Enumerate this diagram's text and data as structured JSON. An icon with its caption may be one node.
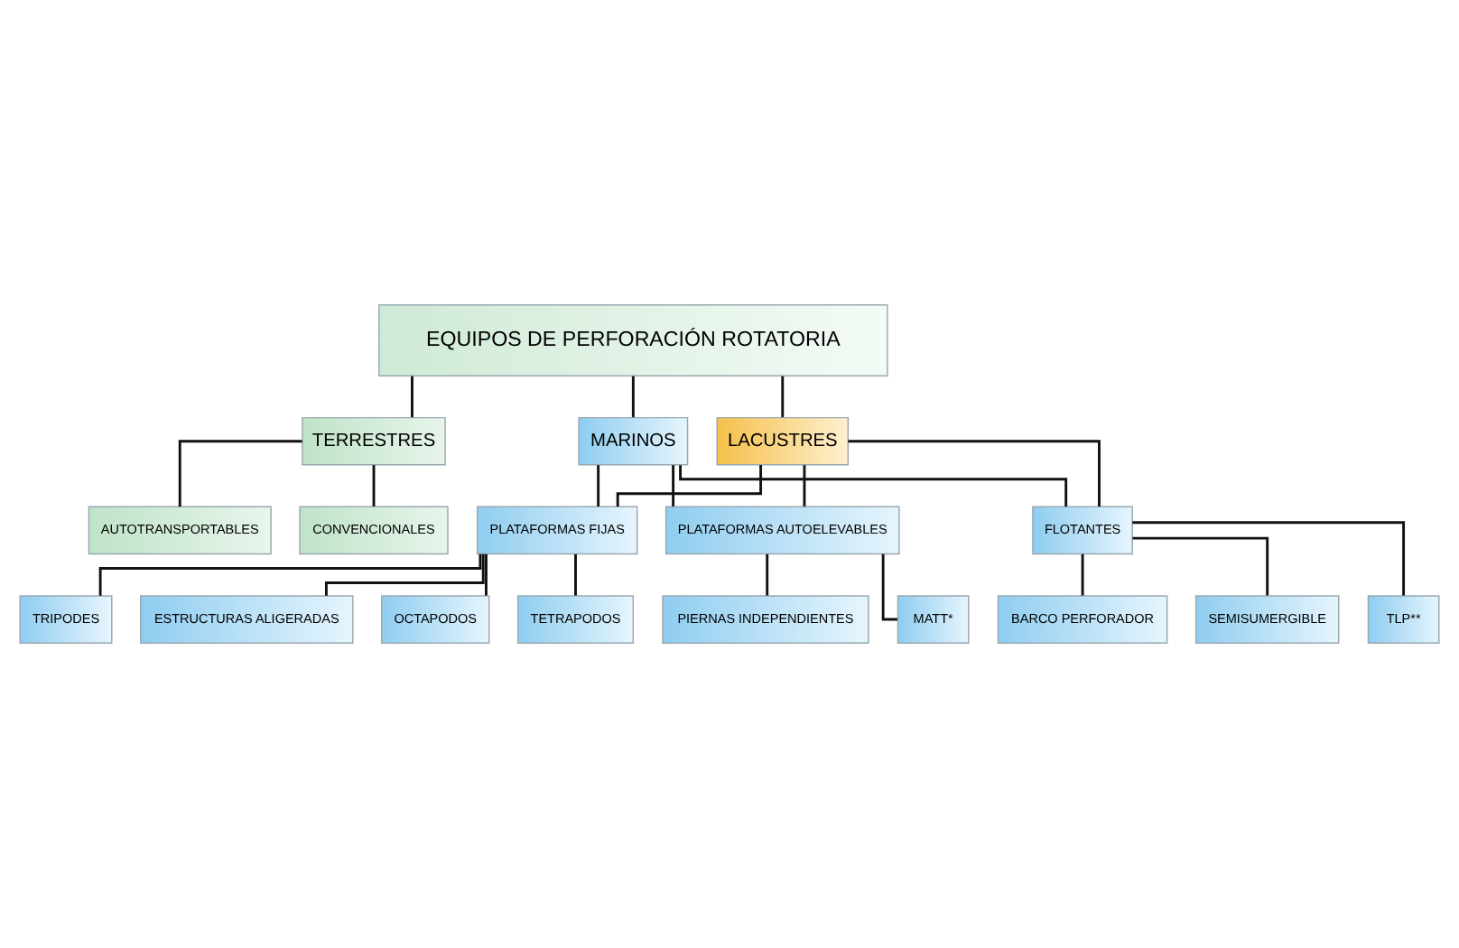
{
  "diagram": {
    "nodes": [
      {
        "text": [
          "EQUIPOS DE PERFORACIÓN ROTATORIA"
        ]
      },
      {
        "text": [
          "TERRESTRES"
        ]
      },
      {
        "text": [
          "LACUSTRES"
        ]
      },
      {
        "text": [
          "MARINOS"
        ]
      },
      {
        "text": [
          "CONVENCIONALES"
        ]
      },
      {
        "text": [
          "AUTOTRANSPORTABLES"
        ]
      },
      {
        "text": [
          "PLATAFORMAS FIJAS"
        ]
      },
      {
        "text": [
          "PLATAFORMAS AUTOELEVABLES"
        ]
      },
      {
        "text": [
          "FLOTANTES"
        ]
      },
      {
        "text": [
          "PIERNAS INDEPENDIENTES"
        ]
      },
      {
        "text": [
          "MATT*"
        ]
      },
      {
        "text": [
          "OCTAPODOS"
        ]
      },
      {
        "text": [
          "TETRAPODOS"
        ]
      },
      {
        "text": [
          "TRIPODES"
        ]
      },
      {
        "text": [
          "ESTRUCTURAS ALIGERADAS"
        ]
      },
      {
        "text": [
          "BARCO PERFORADOR"
        ]
      },
      {
        "text": [
          "SEMISUMERGIBLE"
        ]
      },
      {
        "text": [
          "TLP**"
        ]
      }
    ],
    "edges": [
      {
        "from": 0,
        "to": 1,
        "arrow": "none"
      },
      {
        "from": 0,
        "to": 2,
        "arrow": "none"
      },
      {
        "from": 0,
        "to": 3,
        "arrow": "none"
      },
      {
        "from": 1,
        "to": 4,
        "arrow": "none"
      },
      {
        "from": 1,
        "to": 5,
        "arrow": "none"
      },
      {
        "from": 2,
        "to": 6,
        "arrow": "none"
      },
      {
        "from": 2,
        "to": 7,
        "arrow": "none"
      },
      {
        "from": 2,
        "to": 8,
        "arrow": "none"
      },
      {
        "from": 3,
        "to": 6,
        "arrow": "none"
      },
      {
        "from": 3,
        "to": 7,
        "arrow": "none"
      },
      {
        "from": 3,
        "to": 8,
        "arrow": "none"
      },
      {
        "from": 7,
        "to": 9,
        "arrow": "none"
      },
      {
        "from": 7,
        "to": 10,
        "arrow": "none"
      },
      {
        "from": 6,
        "to": 11,
        "arrow": "none"
      },
      {
        "from": 6,
        "to": 12,
        "arrow": "none"
      },
      {
        "from": 6,
        "to": 13,
        "arrow": "none"
      },
      {
        "from": 6,
        "to": 14,
        "arrow": "none"
      },
      {
        "from": 8,
        "to": 15,
        "arrow": "none"
      },
      {
        "from": 8,
        "to": 16,
        "arrow": "none"
      },
      {
        "from": 8,
        "to": 17,
        "arrow": "none"
      }
    ]
  }
}
